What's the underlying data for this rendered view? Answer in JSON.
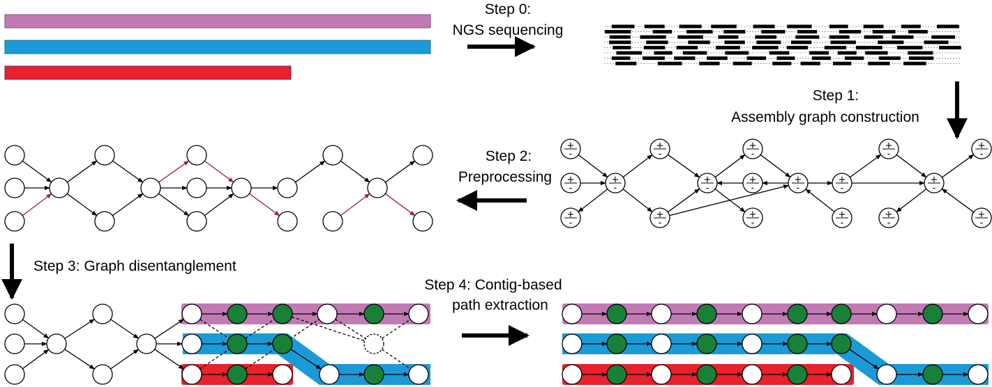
{
  "steps": {
    "s0_a": "Step 0:",
    "s0_b": "NGS sequencing",
    "s1_a": "Step 1:",
    "s1_b": "Assembly graph construction",
    "s2_a": "Step 2:",
    "s2_b": "Preprocessing",
    "s3": "Step 3: Graph disentanglement",
    "s4_a": "Step 4: Contig-based",
    "s4_b": "path extraction"
  },
  "node_signs": {
    "plus": "+",
    "minus": "-"
  },
  "colors": {
    "genome_purple": "#c27ab5",
    "genome_blue": "#1a9ad6",
    "genome_red": "#e8212b",
    "contig_green": "#198038",
    "preprocess_edge": "#9a1a52",
    "ink": "#000000"
  }
}
